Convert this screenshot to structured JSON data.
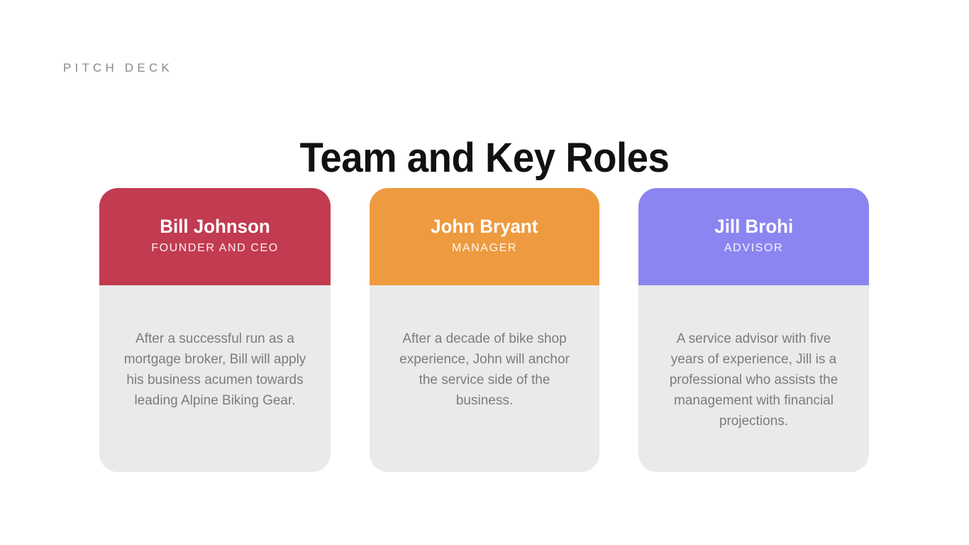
{
  "slide": {
    "eyebrow": "PITCH DECK",
    "title": "Team and Key Roles",
    "background_color": "#FFFFFF",
    "title_color": "#111111",
    "eyebrow_color": "#8A8A8A",
    "card_body_color": "#EAEAEA",
    "bio_text_color": "#7C7C7C"
  },
  "team": [
    {
      "name": "Bill Johnson",
      "role": "FOUNDER AND CEO",
      "bio": "After a successful run as a mortgage broker, Bill will apply his business acumen towards leading Alpine Biking Gear.",
      "accent_color": "#C23B50"
    },
    {
      "name": "John Bryant",
      "role": "MANAGER",
      "bio": "After a decade of bike shop experience, John will anchor the service side of the business.",
      "accent_color": "#EE9A3F"
    },
    {
      "name": "Jill Brohi",
      "role": "ADVISOR",
      "bio": "A service advisor with five years of experience, Jill is a professional who assists the management with financial projections.",
      "accent_color": "#8B85F2"
    }
  ]
}
